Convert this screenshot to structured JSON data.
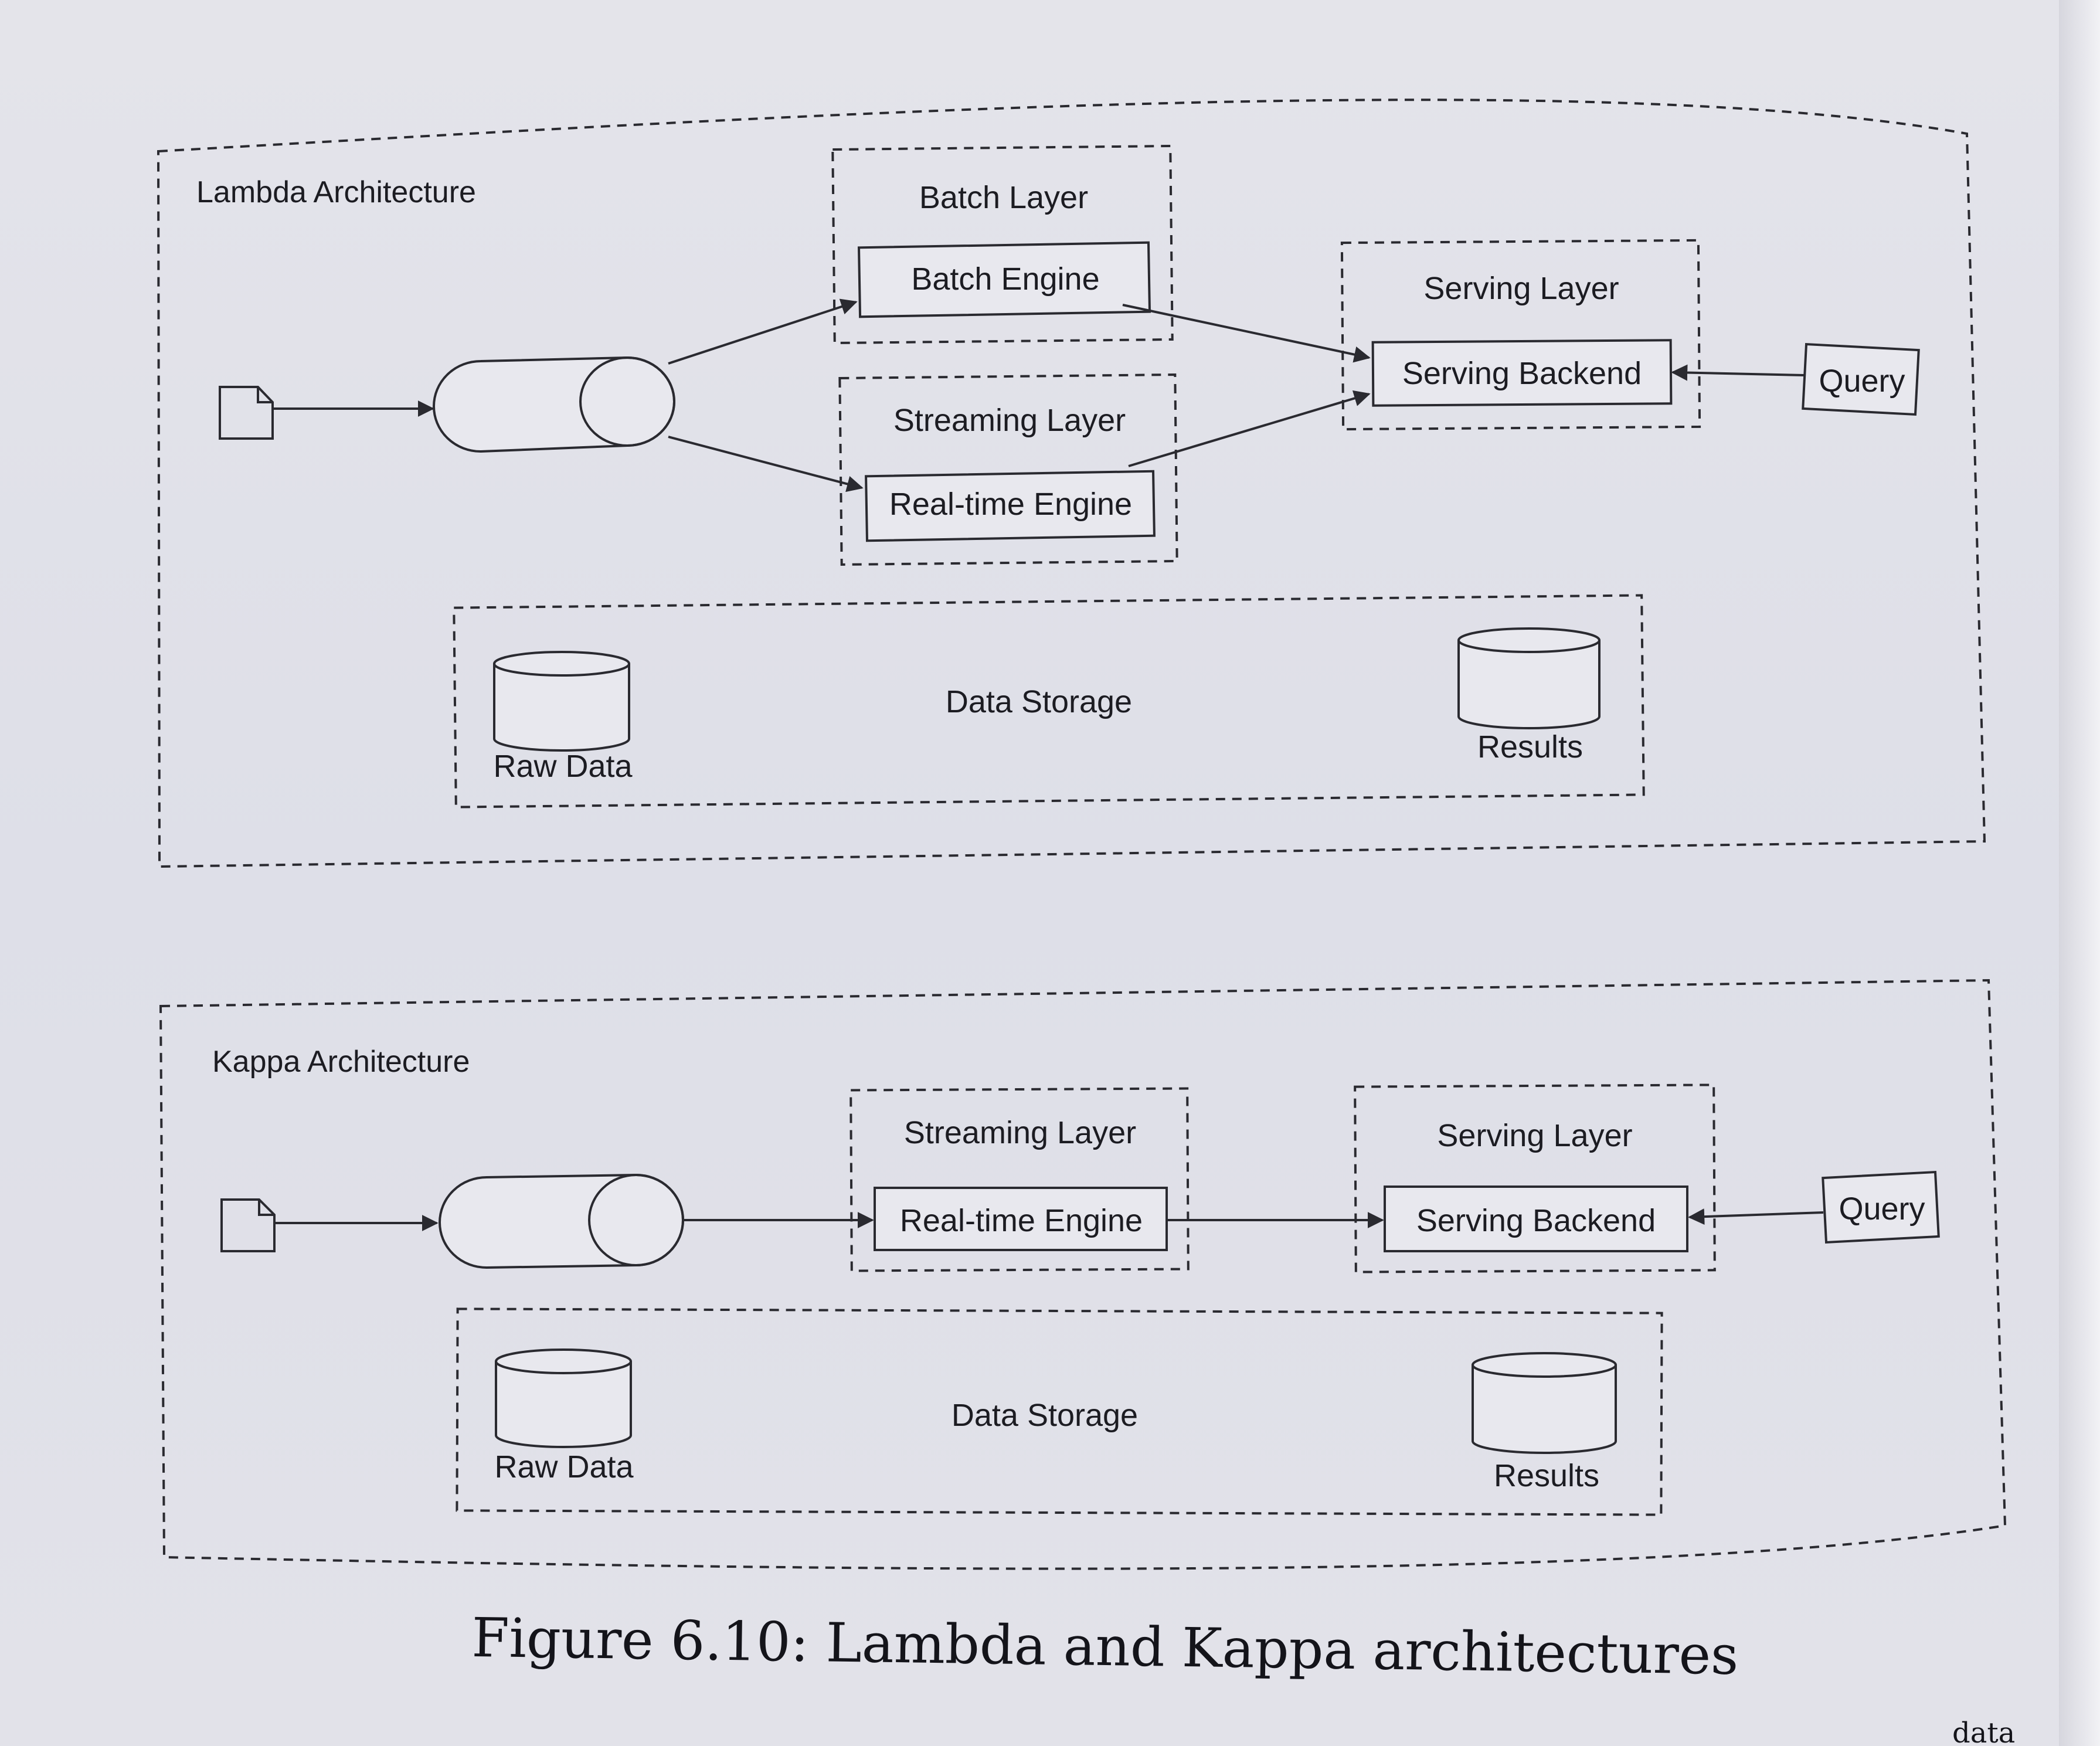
{
  "lambda": {
    "title": "Lambda Architecture",
    "batch_layer": {
      "label": "Batch Layer",
      "engine": "Batch Engine"
    },
    "streaming_layer": {
      "label": "Streaming Layer",
      "engine": "Real-time Engine"
    },
    "serving_layer": {
      "label": "Serving Layer",
      "backend": "Serving Backend"
    },
    "query": "Query",
    "data_storage": {
      "label": "Data Storage",
      "raw": "Raw Data",
      "results": "Results"
    }
  },
  "kappa": {
    "title": "Kappa Architecture",
    "streaming_layer": {
      "label": "Streaming Layer",
      "engine": "Real-time Engine"
    },
    "serving_layer": {
      "label": "Serving Layer",
      "backend": "Serving Backend"
    },
    "query": "Query",
    "data_storage": {
      "label": "Data Storage",
      "raw": "Raw Data",
      "results": "Results"
    }
  },
  "caption": "Figure 6.10: Lambda and Kappa architectures",
  "page_fragment": "data"
}
